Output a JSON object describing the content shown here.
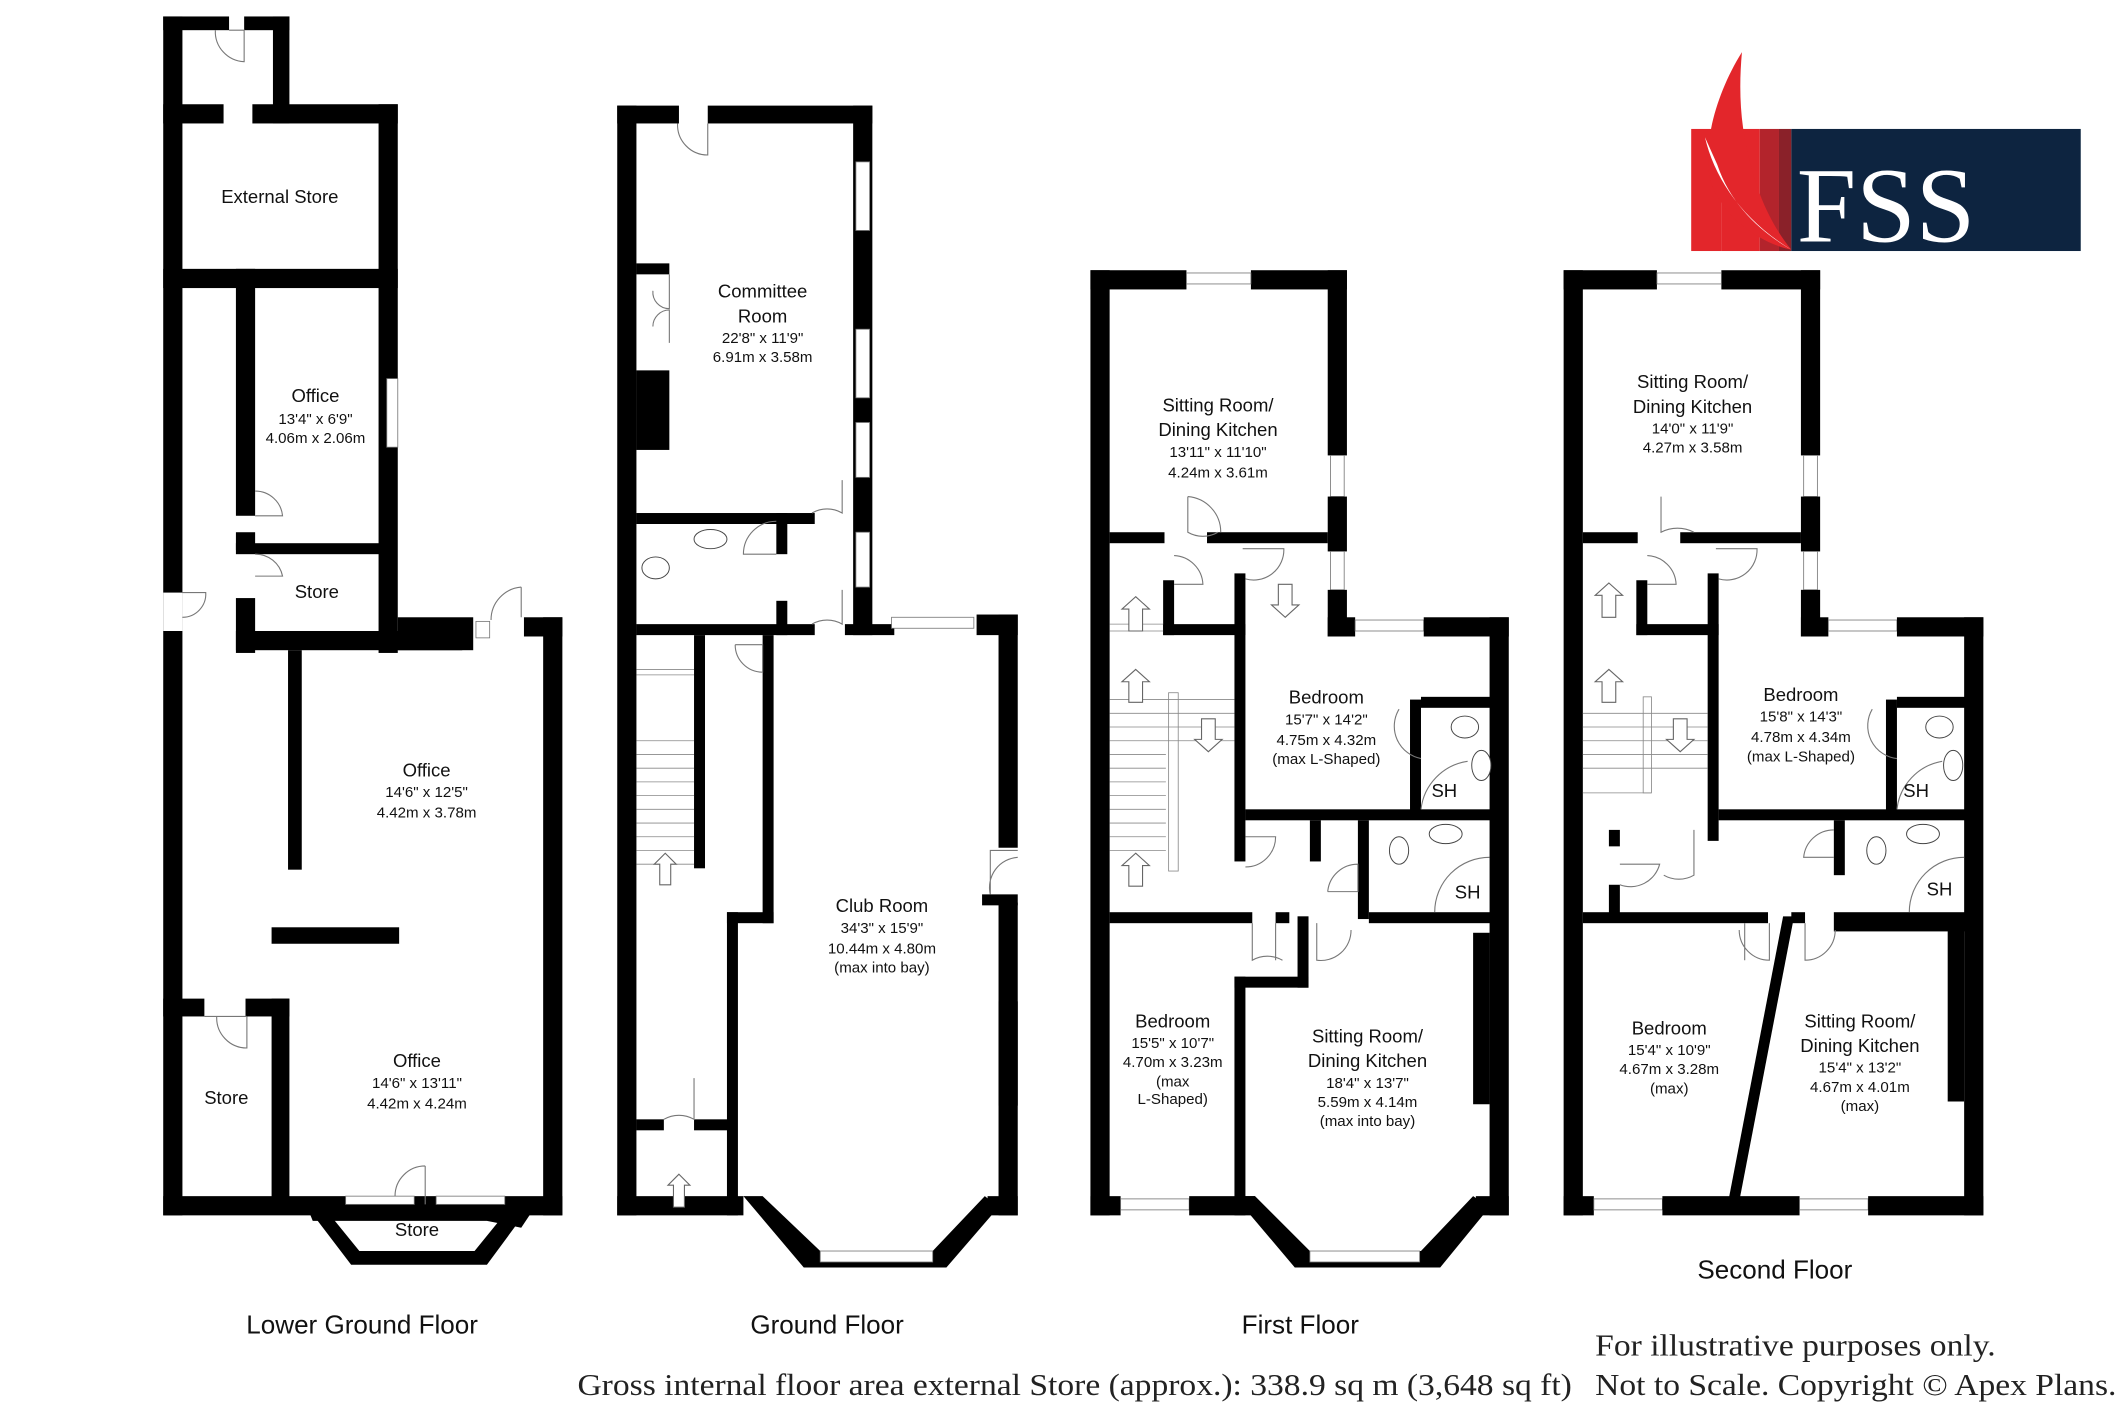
{
  "logo": {
    "text": "FSS",
    "colors": {
      "navy": "#0d2440",
      "red": "#e3262b",
      "mid_red": "#b3242c",
      "dark_red": "#8a2129"
    }
  },
  "floors": [
    {
      "name": "Lower Ground Floor",
      "rooms": [
        {
          "name": "External Store"
        },
        {
          "name": "Office",
          "imperial": "13'4\" x 6'9\"",
          "metric": "4.06m x 2.06m"
        },
        {
          "name": "Store"
        },
        {
          "name": "Office",
          "imperial": "14'6\" x 12'5\"",
          "metric": "4.42m x 3.78m"
        },
        {
          "name": "Office",
          "imperial": "14'6\" x 13'11\"",
          "metric": "4.42m x 4.24m"
        },
        {
          "name": "Store"
        },
        {
          "name": "Store"
        }
      ]
    },
    {
      "name": "Ground Floor",
      "rooms": [
        {
          "name_line1": "Committee",
          "name_line2": "Room",
          "imperial": "22'8\" x 11'9\"",
          "metric": "6.91m x 3.58m"
        },
        {
          "name": "Club Room",
          "imperial": "34'3\" x 15'9\"",
          "metric": "10.44m x 4.80m",
          "note": "(max into bay)"
        }
      ]
    },
    {
      "name": "First Floor",
      "rooms": [
        {
          "name_line1": "Sitting Room/",
          "name_line2": "Dining Kitchen",
          "imperial": "13'11\" x 11'10\"",
          "metric": "4.24m x 3.61m"
        },
        {
          "name": "Bedroom",
          "imperial": "15'7\" x 14'2\"",
          "metric": "4.75m x 4.32m",
          "note": "(max L-Shaped)"
        },
        {
          "name": "SH"
        },
        {
          "name": "SH"
        },
        {
          "name": "Bedroom",
          "imperial": "15'5\" x 10'7\"",
          "metric": "4.70m x 3.23m",
          "note_line1": "(max",
          "note_line2": "L-Shaped)"
        },
        {
          "name_line1": "Sitting Room/",
          "name_line2": "Dining Kitchen",
          "imperial": "18'4\" x 13'7\"",
          "metric": "5.59m x 4.14m",
          "note": "(max into bay)"
        }
      ]
    },
    {
      "name": "Second Floor",
      "rooms": [
        {
          "name_line1": "Sitting Room/",
          "name_line2": "Dining Kitchen",
          "imperial": "14'0\" x 11'9\"",
          "metric": "4.27m x 3.58m"
        },
        {
          "name": "Bedroom",
          "imperial": "15'8\" x 14'3\"",
          "metric": "4.78m x 4.34m",
          "note": "(max L-Shaped)"
        },
        {
          "name": "SH"
        },
        {
          "name": "SH"
        },
        {
          "name": "Bedroom",
          "imperial": "15'4\" x 10'9\"",
          "metric": "4.67m x 3.28m",
          "note": "(max)"
        },
        {
          "name_line1": "Sitting Room/",
          "name_line2": "Dining Kitchen",
          "imperial": "15'4\" x 13'2\"",
          "metric": "4.67m x 4.01m",
          "note": "(max)"
        }
      ]
    }
  ],
  "footer": {
    "gross_area": "Gross internal floor area external Store (approx.): 338.9 sq m (3,648 sq ft)",
    "disclaimer_line1": "For illustrative purposes only.",
    "disclaimer_line2": "Not to Scale. Copyright © Apex Plans."
  }
}
